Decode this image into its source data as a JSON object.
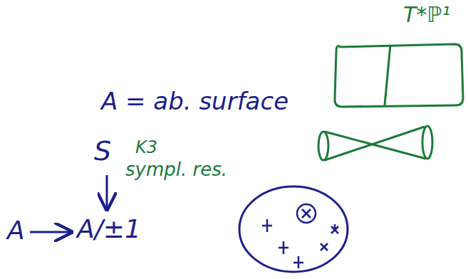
{
  "diagram": {
    "labels": [
      "T*ℙ¹",
      "A = ab. surface",
      "S",
      "K3",
      "sympl. res.",
      "A",
      "A/±1"
    ]
  }
}
